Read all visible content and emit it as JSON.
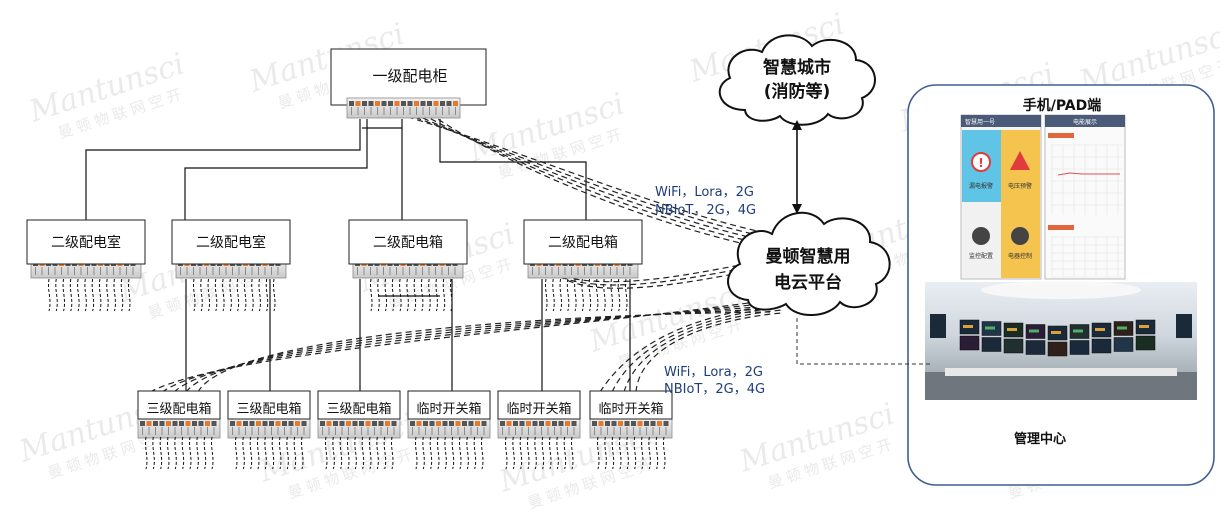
{
  "top_cabinet": "一级配电柜",
  "second_level": [
    "二级配电室",
    "二级配电室",
    "二级配电箱",
    "二级配电箱"
  ],
  "third_level": [
    "三级配电箱",
    "三级配电箱",
    "三级配电箱",
    "临时开关箱",
    "临时开关箱",
    "临时开关箱"
  ],
  "cloud_city": [
    "智慧城市",
    "(消防等)"
  ],
  "cloud_platform": [
    "曼顿智慧用",
    "电云平台"
  ],
  "network_upper": [
    "WiFi，Lora，2G",
    "NBIoT，2G，4G"
  ],
  "network_lower": [
    "WiFi，Lora，2G",
    "NBIoT，2G，4G"
  ],
  "mobile_title": "手机/PAD端",
  "mgmt_label": "管理中心",
  "phone_left": {
    "top": "智慧用一号",
    "tiles": [
      "漏电报警",
      "电压预警",
      "监控配置",
      "电器控制"
    ]
  },
  "phone_right": {
    "top": "电能展示"
  },
  "watermark": {
    "latin": "Mantunsci",
    "cn": "曼顿物联网空开"
  },
  "colors": {
    "line": "#111111",
    "dash": "#222222",
    "label_blue": "#1f3d7a",
    "panel_border": "#3f5f8f"
  }
}
